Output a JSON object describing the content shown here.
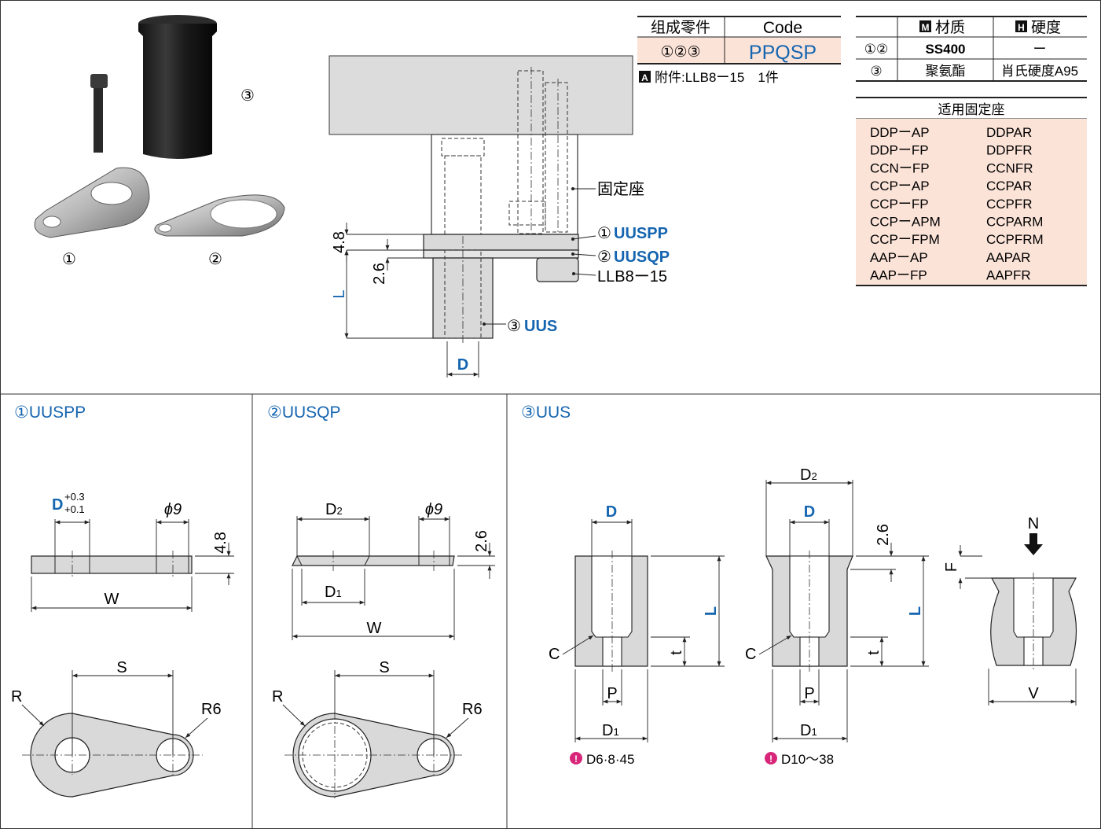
{
  "code_table": {
    "header_components": "组成零件",
    "header_code": "Code",
    "components": "①②③",
    "code": "PPQSP",
    "attachment_badge": "A",
    "attachment": "附件:LLB8ー15　1件"
  },
  "material_table": {
    "header_material_badge": "M",
    "header_material": "材质",
    "header_hardness_badge": "H",
    "header_hardness": "硬度",
    "rows": [
      {
        "part": "①②",
        "material": "SS400",
        "hardness": "ー"
      },
      {
        "part": "③",
        "material": "聚氨酯",
        "hardness": "肖氏硬度A95"
      }
    ]
  },
  "fixing_table": {
    "title": "适用固定座",
    "rows": [
      [
        "DDPーAP",
        "DDPAR"
      ],
      [
        "DDPーFP",
        "DDPFR"
      ],
      [
        "CCNーFP",
        "CCNFR"
      ],
      [
        "CCPーAP",
        "CCPAR"
      ],
      [
        "CCPーFP",
        "CCPFR"
      ],
      [
        "CCPーAPM",
        "CCPARM"
      ],
      [
        "CCPーFPM",
        "CCPFRM"
      ],
      [
        "AAPーAP",
        "AAPAR"
      ],
      [
        "AAPーFP",
        "AAPFR"
      ]
    ]
  },
  "photo": {
    "label1": "①",
    "label2": "②",
    "label3": "③"
  },
  "assembly": {
    "fixing_seat": "固定座",
    "p1_num": "①",
    "p1_code": "UUSPP",
    "p2_num": "②",
    "p2_code": "UUSQP",
    "bolt": "LLB8ー15",
    "p3_num": "③",
    "p3_code": "UUS",
    "dim_48": "4.8",
    "dim_26": "2.6",
    "dim_L": "L",
    "dim_D": "D"
  },
  "sec1": {
    "title": "①UUSPP",
    "D": "D",
    "tol_up": "+0.3",
    "tol_low": "+0.1",
    "phi9": "ϕ9",
    "dim48": "4.8",
    "W": "W",
    "S": "S",
    "R": "R",
    "R6": "R6"
  },
  "sec2": {
    "title": "②UUSQP",
    "D2": "D",
    "D2sub": "2",
    "phi9": "ϕ9",
    "dim26": "2.6",
    "D1": "D",
    "D1sub": "1",
    "W": "W",
    "S": "S",
    "R": "R",
    "R6": "R6"
  },
  "sec3": {
    "title": "③UUS",
    "D": "D",
    "L": "L",
    "C": "C",
    "t": "t",
    "P": "P",
    "D1": "D",
    "D1sub": "1",
    "D2": "D",
    "D2sub": "2",
    "dim26": "2.6",
    "N": "N",
    "F": "F",
    "V": "V",
    "note_a": "D6·8·45",
    "note_b": "D10～38"
  }
}
